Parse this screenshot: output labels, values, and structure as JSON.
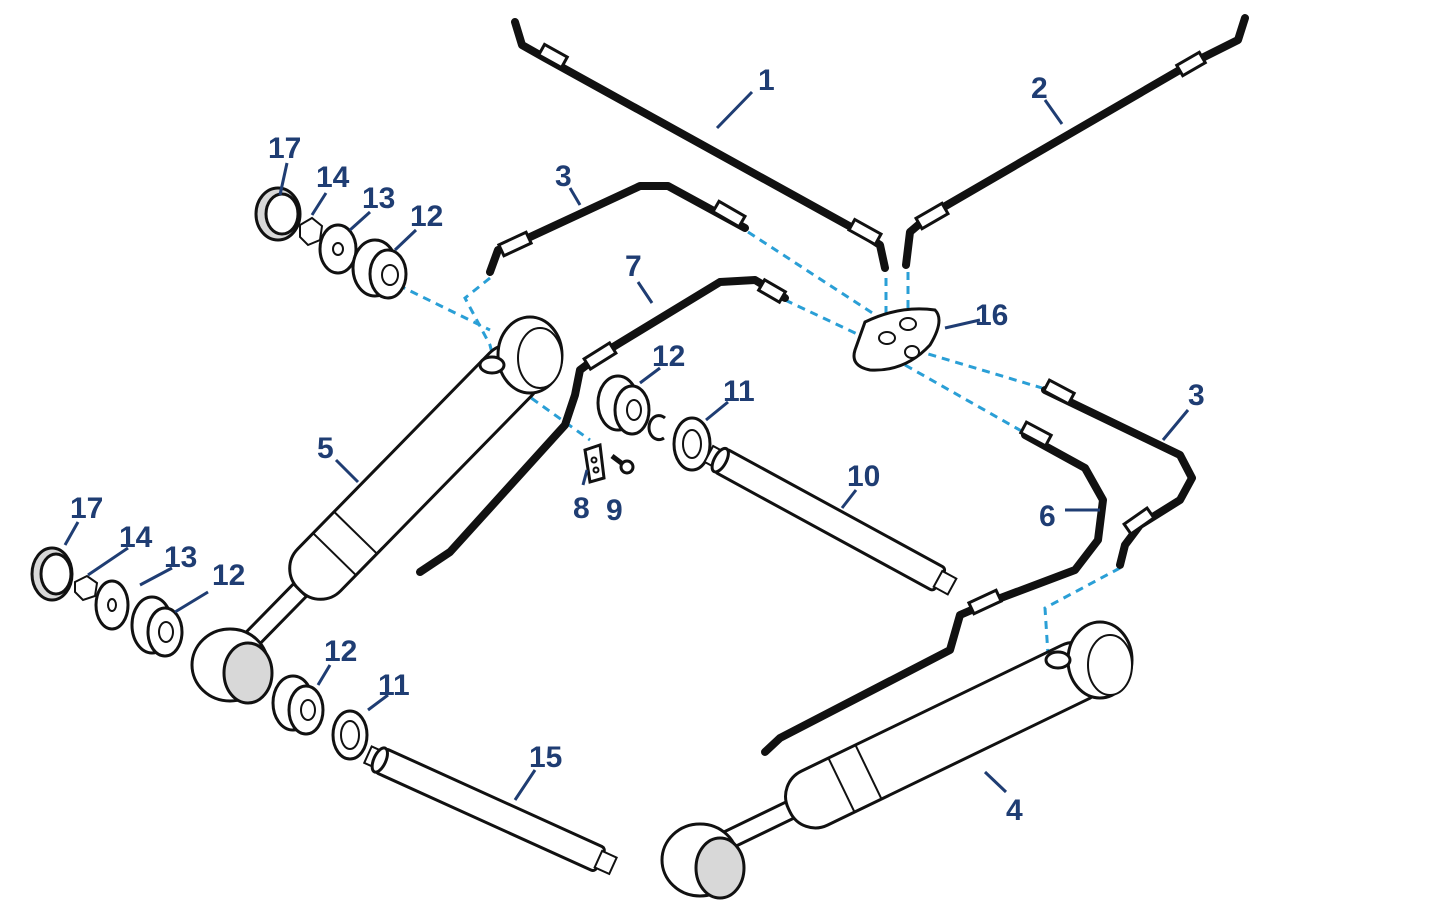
{
  "diagram": {
    "type": "exploded parts diagram",
    "colors": {
      "label": "#1f3d73",
      "connection_dash": "#2a9fd6",
      "line": "#111111"
    },
    "labels": {
      "hose_1": "1",
      "hose_2": "2",
      "hose_3_upper": "3",
      "hose_3_right": "3",
      "cylinder_4": "4",
      "cylinder_5": "5",
      "hose_6": "6",
      "hose_7": "7",
      "plate_8": "8",
      "screw_9": "9",
      "pin_10": "10",
      "washer_11_mid": "11",
      "washer_11_low": "11",
      "bushing_12_top": "12",
      "bushing_12_mid": "12",
      "bushing_12_left": "12",
      "bushing_12_low": "12",
      "washer_13_top": "13",
      "washer_13_left": "13",
      "nut_14_top": "14",
      "nut_14_left": "14",
      "pin_15": "15",
      "manifold_16": "16",
      "cap_17_top": "17",
      "cap_17_left": "17"
    }
  }
}
